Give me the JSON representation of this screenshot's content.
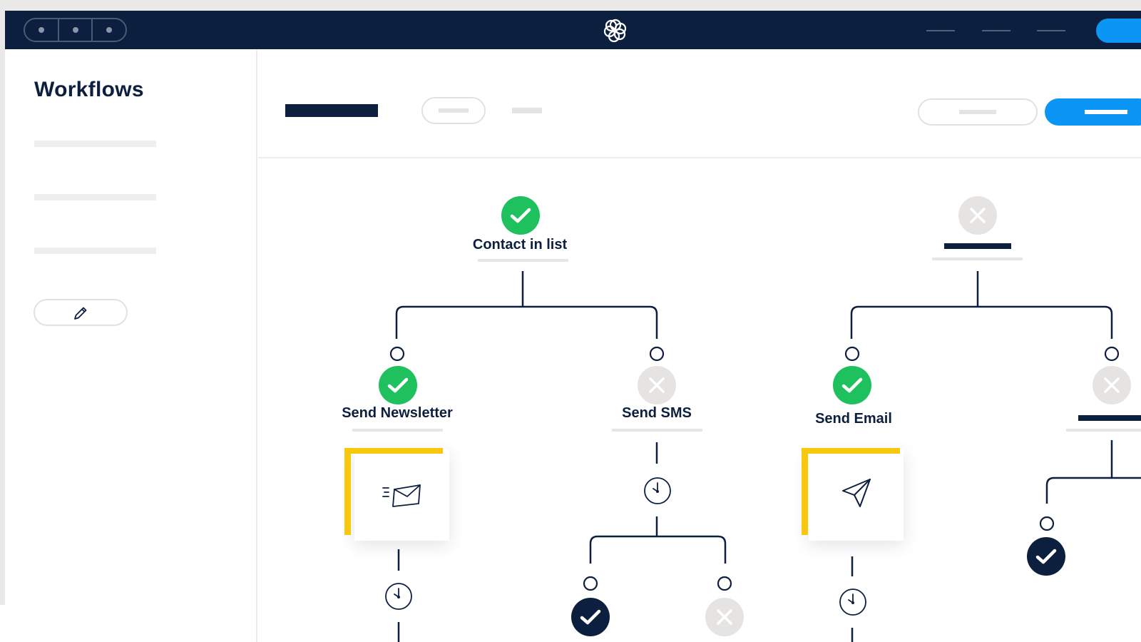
{
  "sidebar": {
    "title": "Workflows"
  },
  "flow": {
    "nodes": [
      {
        "id": "contact-in-list",
        "label": "Contact in list",
        "status": "success"
      },
      {
        "id": "unnamed-condition",
        "label": "",
        "status": "failed"
      },
      {
        "id": "send-newsletter",
        "label": "Send Newsletter",
        "status": "success"
      },
      {
        "id": "send-sms",
        "label": "Send SMS",
        "status": "failed"
      },
      {
        "id": "send-email",
        "label": "Send Email",
        "status": "success"
      },
      {
        "id": "unnamed-branch",
        "label": "",
        "status": "failed"
      }
    ]
  },
  "icons": {
    "logo": "sendinblue-spiral-logo",
    "edit": "pencil-icon",
    "newsletter_card": "envelope-icon",
    "email_card": "paper-plane-icon",
    "delay": "clock-icon",
    "success": "check-icon",
    "failed": "x-icon"
  },
  "colors": {
    "navy": "#0d1f3f",
    "accent_blue": "#0b96f5",
    "success_green": "#1fc15e",
    "failed_gray": "#e6e4e3",
    "card_yellow": "#f7c80e"
  }
}
